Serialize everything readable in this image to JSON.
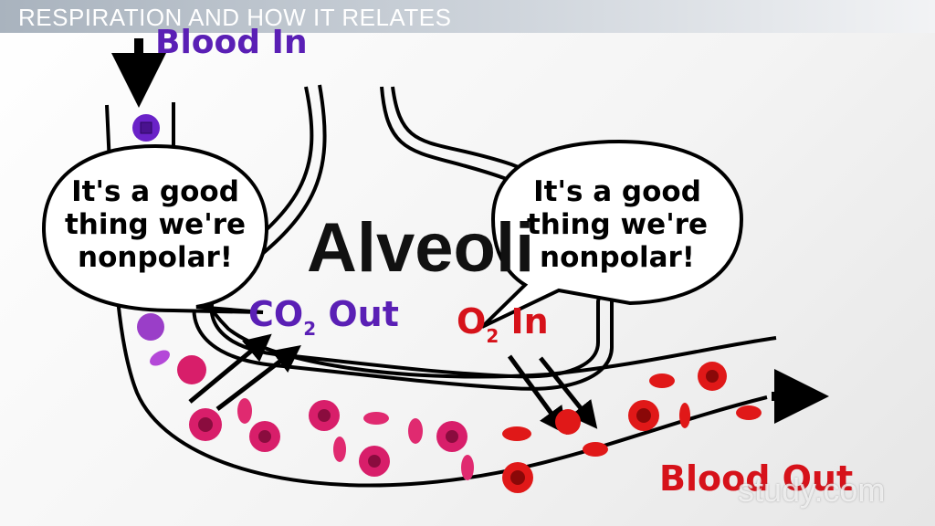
{
  "header": {
    "title": "RESPIRATION AND HOW IT RELATES"
  },
  "labels": {
    "blood_in": "Blood In",
    "co2_main": "CO",
    "co2_sub": "2",
    "co2_out": " Out",
    "o2_main": "O",
    "o2_sub": "2",
    "o2_in": " In",
    "blood_out": "Blood Out",
    "alveoli": "Alveoli"
  },
  "bubbles": {
    "left": "It's a good\nthing we're\nnonpolar!",
    "right": "It's a good\nthing we're\nnonpolar!"
  },
  "watermark": "study.com",
  "colors": {
    "co2_purple": "#5a1fb5",
    "o2_red": "#d6121a",
    "cell_pink": "#d81e6a",
    "cell_red": "#e01818"
  }
}
